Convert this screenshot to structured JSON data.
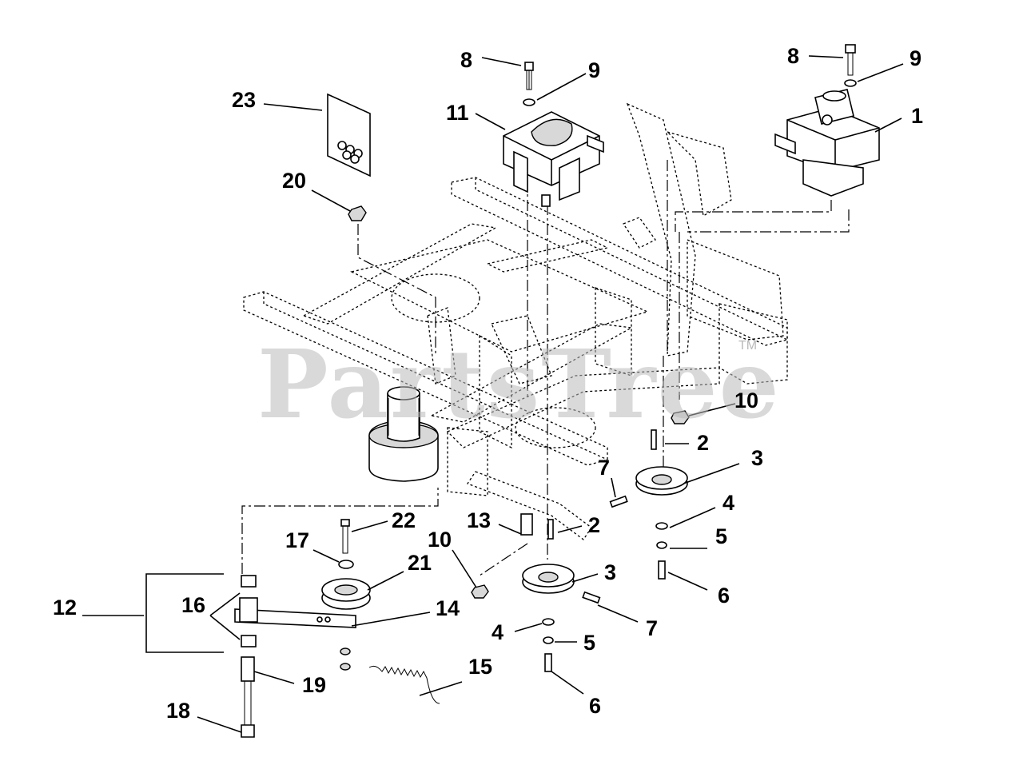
{
  "watermark": {
    "text": "PartsTree",
    "trademark": "TM"
  },
  "callouts": {
    "c1": "1",
    "c2a": "2",
    "c2b": "2",
    "c3a": "3",
    "c3b": "3",
    "c4a": "4",
    "c4b": "4",
    "c5a": "5",
    "c5b": "5",
    "c6a": "6",
    "c6b": "6",
    "c7a": "7",
    "c7b": "7",
    "c8a": "8",
    "c8b": "8",
    "c9a": "9",
    "c9b": "9",
    "c10a": "10",
    "c10b": "10",
    "c11": "11",
    "c12": "12",
    "c13": "13",
    "c14": "14",
    "c15": "15",
    "c16": "16",
    "c17": "17",
    "c18": "18",
    "c19": "19",
    "c20": "20",
    "c21": "21",
    "c22": "22",
    "c23": "23"
  }
}
